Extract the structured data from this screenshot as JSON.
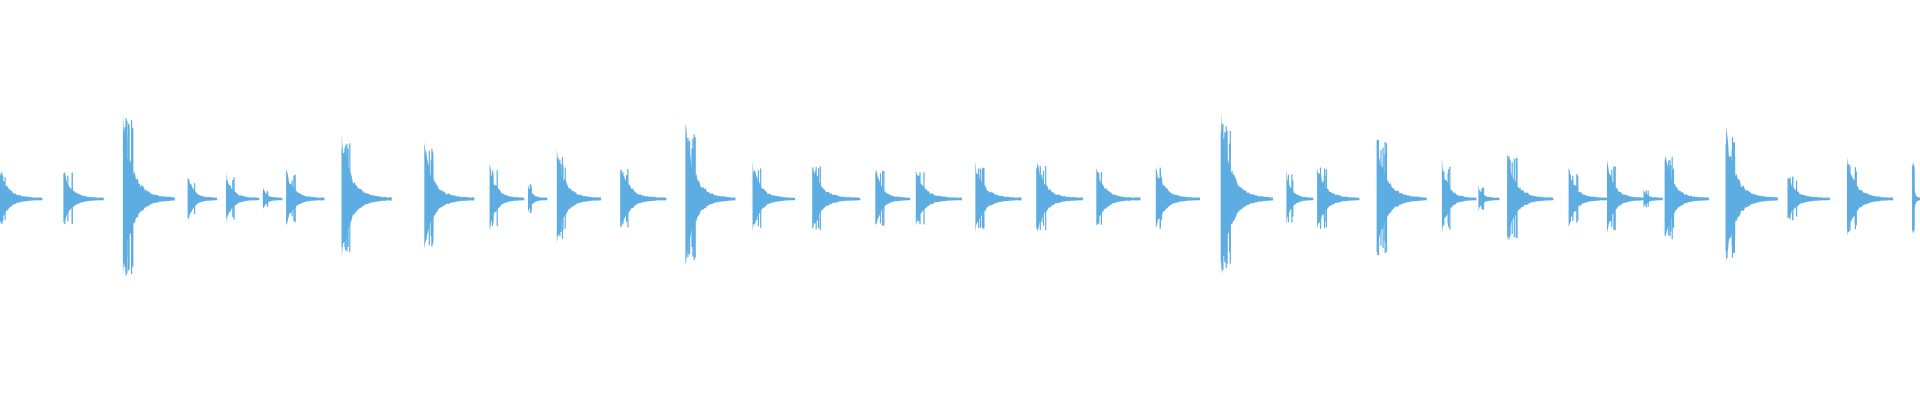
{
  "waveform": {
    "color": "#5DADE2",
    "duration_fraction_units": "normalized",
    "events": [
      {
        "t": 0.0,
        "amp": 0.3,
        "len": 0.022
      },
      {
        "t": 0.033,
        "amp": 0.3,
        "len": 0.021
      },
      {
        "t": 0.064,
        "amp": 0.9,
        "len": 0.027
      },
      {
        "t": 0.098,
        "amp": 0.26,
        "len": 0.015
      },
      {
        "t": 0.118,
        "amp": 0.26,
        "len": 0.017
      },
      {
        "t": 0.137,
        "amp": 0.1,
        "len": 0.01
      },
      {
        "t": 0.149,
        "amp": 0.3,
        "len": 0.02
      },
      {
        "t": 0.178,
        "amp": 0.68,
        "len": 0.026
      },
      {
        "t": 0.221,
        "amp": 0.56,
        "len": 0.026
      },
      {
        "t": 0.255,
        "amp": 0.36,
        "len": 0.018
      },
      {
        "t": 0.275,
        "amp": 0.17,
        "len": 0.01
      },
      {
        "t": 0.29,
        "amp": 0.5,
        "len": 0.023
      },
      {
        "t": 0.323,
        "amp": 0.37,
        "len": 0.024
      },
      {
        "t": 0.357,
        "amp": 0.75,
        "len": 0.026
      },
      {
        "t": 0.392,
        "amp": 0.36,
        "len": 0.022
      },
      {
        "t": 0.423,
        "amp": 0.38,
        "len": 0.025
      },
      {
        "t": 0.456,
        "amp": 0.32,
        "len": 0.018
      },
      {
        "t": 0.477,
        "amp": 0.3,
        "len": 0.024
      },
      {
        "t": 0.508,
        "amp": 0.38,
        "len": 0.024
      },
      {
        "t": 0.54,
        "amp": 0.4,
        "len": 0.024
      },
      {
        "t": 0.571,
        "amp": 0.3,
        "len": 0.023
      },
      {
        "t": 0.602,
        "amp": 0.36,
        "len": 0.023
      },
      {
        "t": 0.636,
        "amp": 0.86,
        "len": 0.027
      },
      {
        "t": 0.67,
        "amp": 0.28,
        "len": 0.014
      },
      {
        "t": 0.686,
        "amp": 0.38,
        "len": 0.022
      },
      {
        "t": 0.717,
        "amp": 0.66,
        "len": 0.026
      },
      {
        "t": 0.751,
        "amp": 0.39,
        "len": 0.018
      },
      {
        "t": 0.77,
        "amp": 0.13,
        "len": 0.011
      },
      {
        "t": 0.785,
        "amp": 0.48,
        "len": 0.024
      },
      {
        "t": 0.817,
        "amp": 0.32,
        "len": 0.02
      },
      {
        "t": 0.837,
        "amp": 0.37,
        "len": 0.02
      },
      {
        "t": 0.856,
        "amp": 0.1,
        "len": 0.01
      },
      {
        "t": 0.867,
        "amp": 0.47,
        "len": 0.023
      },
      {
        "t": 0.899,
        "amp": 0.7,
        "len": 0.027
      },
      {
        "t": 0.931,
        "amp": 0.25,
        "len": 0.022
      },
      {
        "t": 0.962,
        "amp": 0.42,
        "len": 0.024
      },
      {
        "t": 0.996,
        "amp": 0.4,
        "len": 0.004
      }
    ]
  }
}
